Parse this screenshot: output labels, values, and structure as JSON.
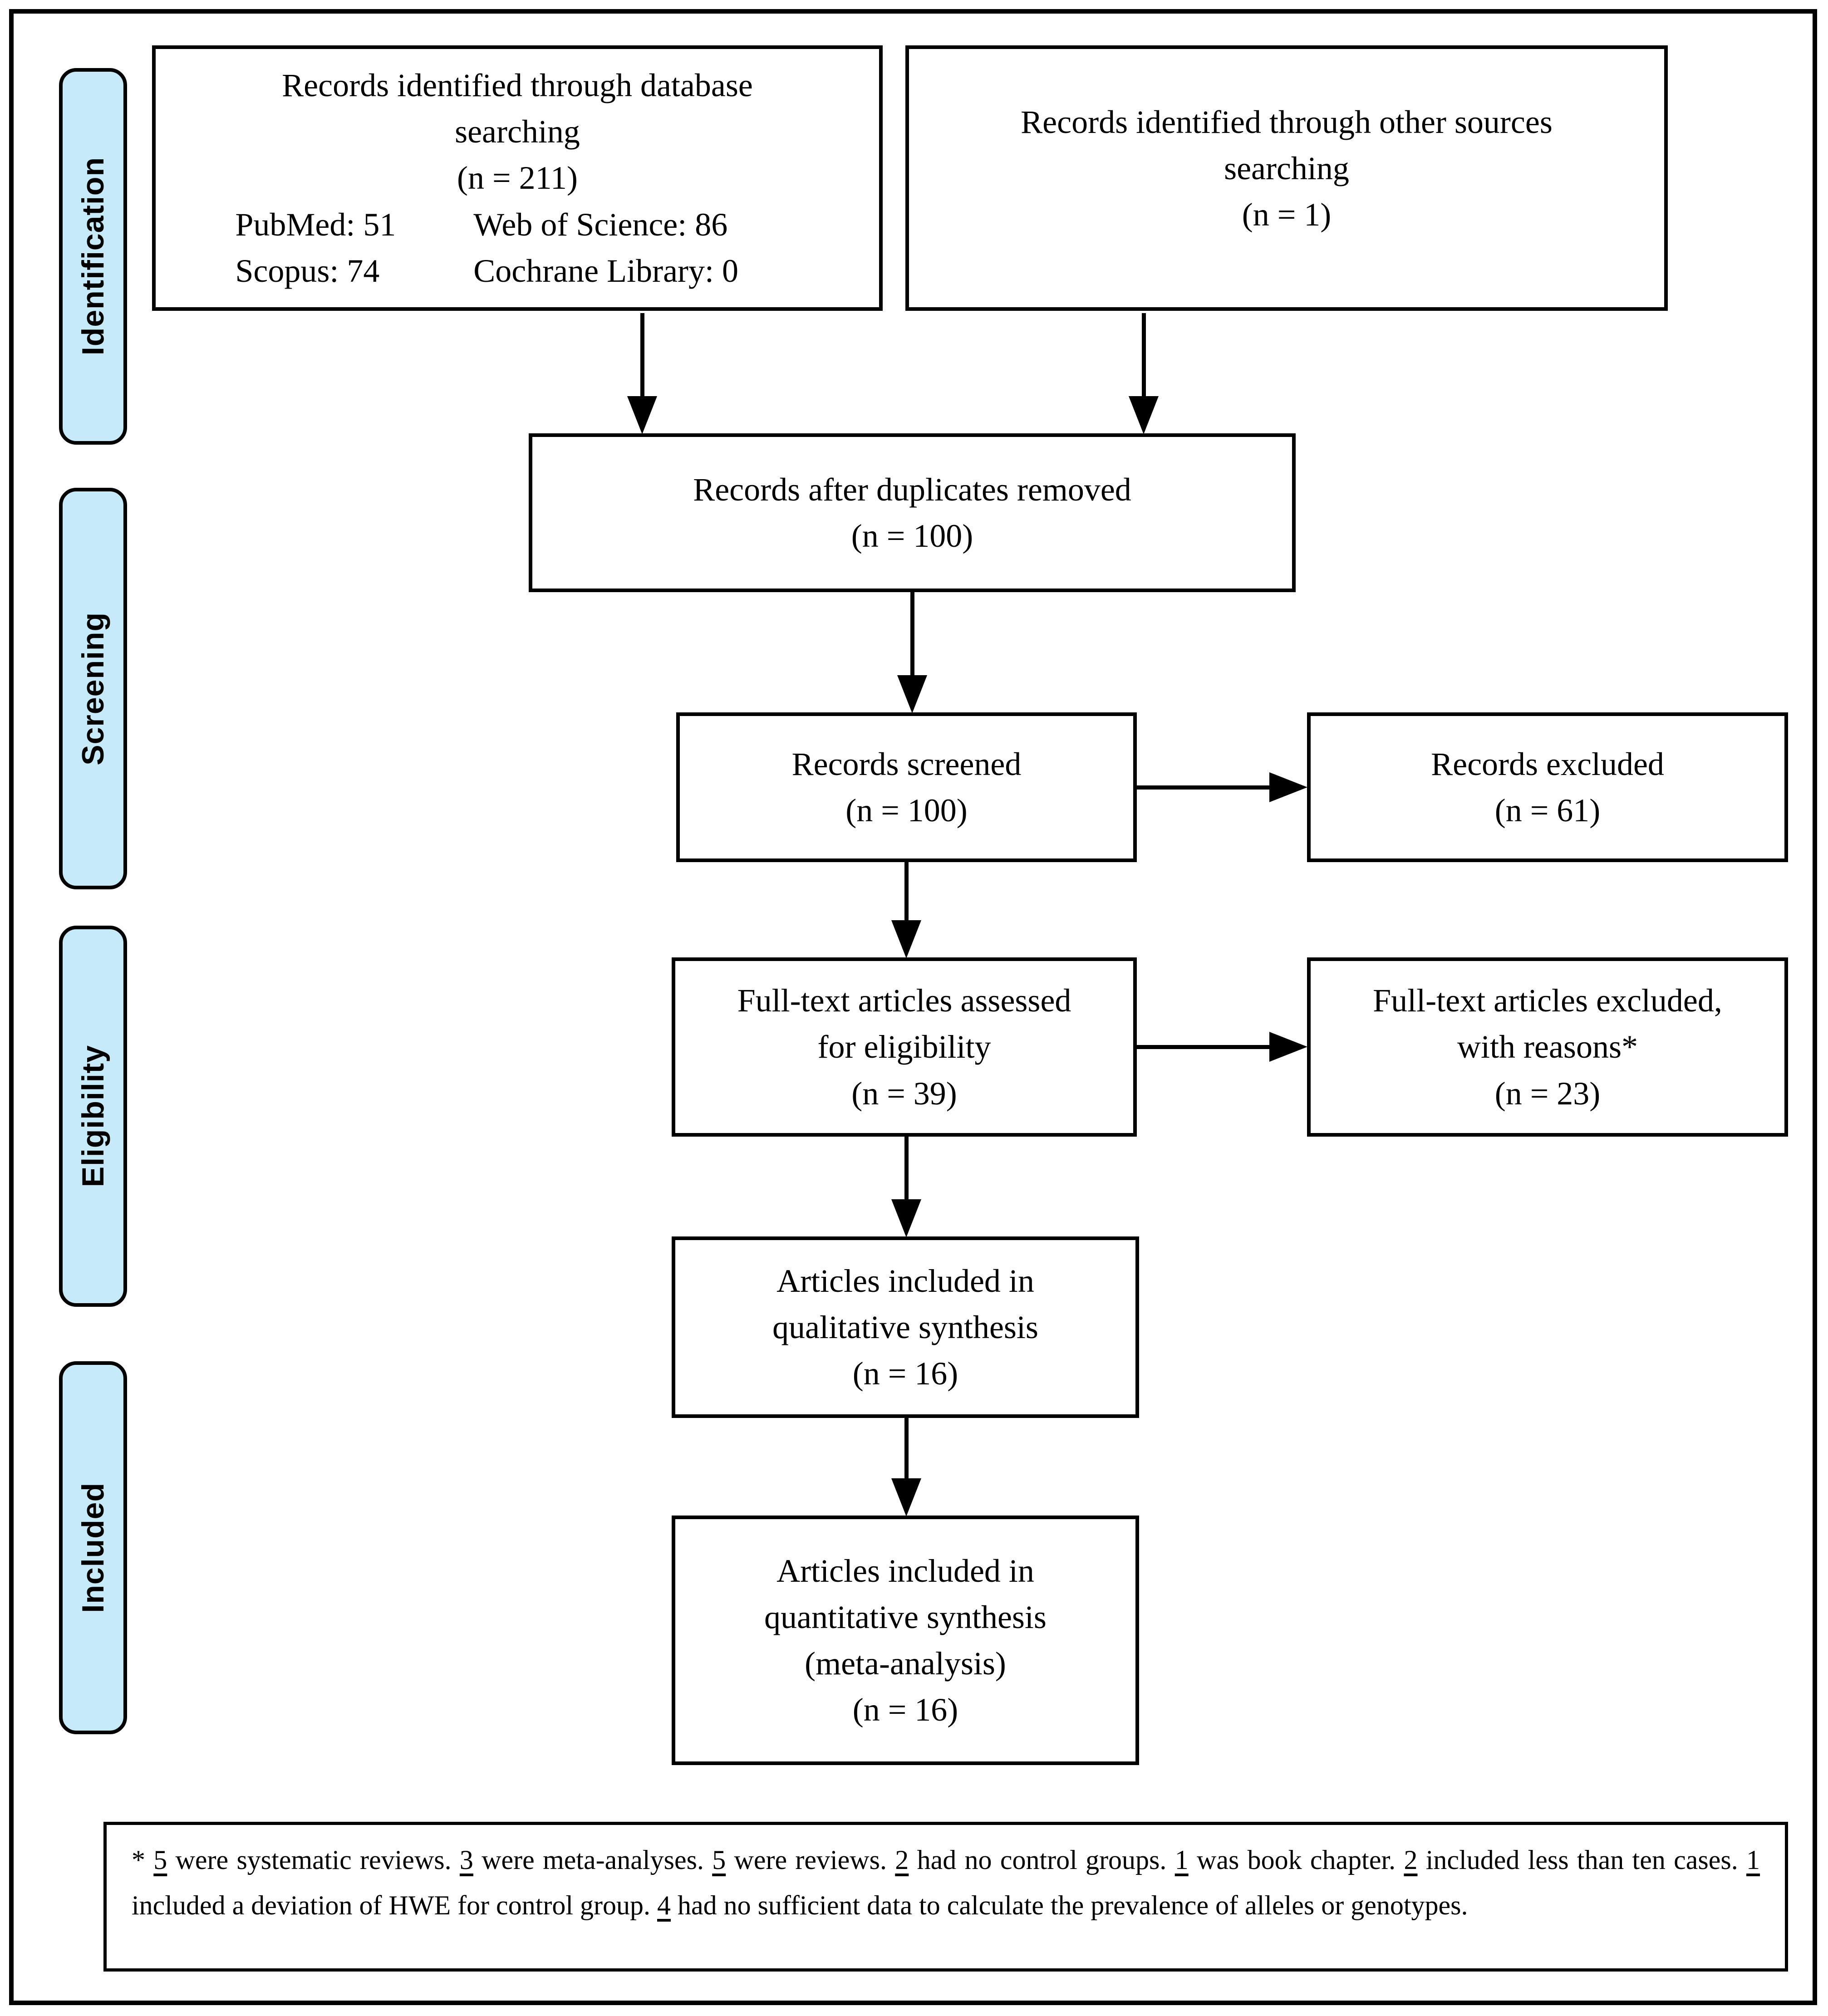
{
  "figure": {
    "kind": "PRISMA flow diagram"
  },
  "stages": [
    {
      "label": "Identification"
    },
    {
      "label": "Screening"
    },
    {
      "label": "Eligibility"
    },
    {
      "label": "Included"
    }
  ],
  "flow": {
    "identified_db": {
      "lines": [
        "Records identified through database",
        "searching",
        "(n = 211)"
      ],
      "sources": [
        [
          "PubMed: 51",
          "Web of Science: 86"
        ],
        [
          "Scopus: 74",
          "Cochrane Library: 0"
        ]
      ]
    },
    "identified_other": {
      "lines": [
        "Records identified through other sources",
        "searching",
        "(n = 1)"
      ]
    },
    "duplicates_removed": {
      "lines": [
        "Records after duplicates removed",
        "(n = 100)"
      ]
    },
    "screened": {
      "lines": [
        "Records screened",
        "(n = 100)"
      ]
    },
    "records_excluded": {
      "lines": [
        "Records excluded",
        "(n = 61)"
      ]
    },
    "fulltext_assessed": {
      "lines": [
        "Full-text articles assessed",
        "for eligibility",
        "(n = 39)"
      ]
    },
    "fulltext_excluded": {
      "lines": [
        "Full-text articles excluded,",
        "with reasons*",
        "(n = 23)"
      ]
    },
    "qualitative_included": {
      "lines": [
        "Articles included in",
        "qualitative synthesis",
        "(n = 16)"
      ]
    },
    "quantitative_included": {
      "lines": [
        "Articles included in",
        "quantitative synthesis",
        "(meta-analysis)",
        "(n = 16)"
      ]
    }
  },
  "footnote": {
    "segments": [
      {
        "text": "* ",
        "underline": false
      },
      {
        "text": "5",
        "underline": true
      },
      {
        "text": " were systematic reviews. ",
        "underline": false
      },
      {
        "text": "3",
        "underline": true
      },
      {
        "text": " were meta-analyses. ",
        "underline": false
      },
      {
        "text": "5",
        "underline": true
      },
      {
        "text": " were reviews. ",
        "underline": false
      },
      {
        "text": "2",
        "underline": true
      },
      {
        "text": " had no control groups. ",
        "underline": false
      },
      {
        "text": "1",
        "underline": true
      },
      {
        "text": " was book chapter. ",
        "underline": false
      },
      {
        "text": "2",
        "underline": true
      },
      {
        "text": " included less than ten cases. ",
        "underline": false
      },
      {
        "text": "1",
        "underline": true
      },
      {
        "text": " included a deviation of HWE for control group. ",
        "underline": false
      },
      {
        "text": "4",
        "underline": true
      },
      {
        "text": " had no sufficient data to calculate the prevalence of alleles or genotypes.",
        "underline": false
      }
    ]
  },
  "colors": {
    "stage_fill": "#C7EAF9",
    "stage_border": "#000000",
    "box_border": "#000000",
    "arrow": "#000000",
    "background": "#FFFFFF"
  }
}
